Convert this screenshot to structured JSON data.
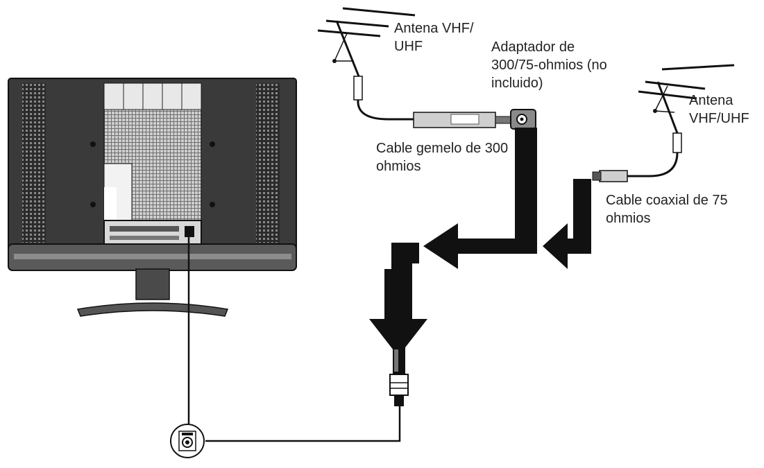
{
  "labels": {
    "antenna_left": "Antena VHF/ UHF",
    "adapter": "Adaptador de 300/75-ohmios (no incluido)",
    "twin_lead": "Cable gemelo de 300 ohmios",
    "antenna_right": "Antena VHF/UHF",
    "coaxial": "Cable coaxial de 75 ohmios"
  },
  "colors": {
    "line": "#111111",
    "panel": "#3a3a3a",
    "panel_light": "#d8d8d8",
    "arrow": "#111111"
  },
  "icons": [
    "tv-rear-panel-icon",
    "antenna-icon",
    "adapter-icon",
    "coaxial-plug-icon",
    "antenna-jack-icon",
    "arrow-icon"
  ]
}
